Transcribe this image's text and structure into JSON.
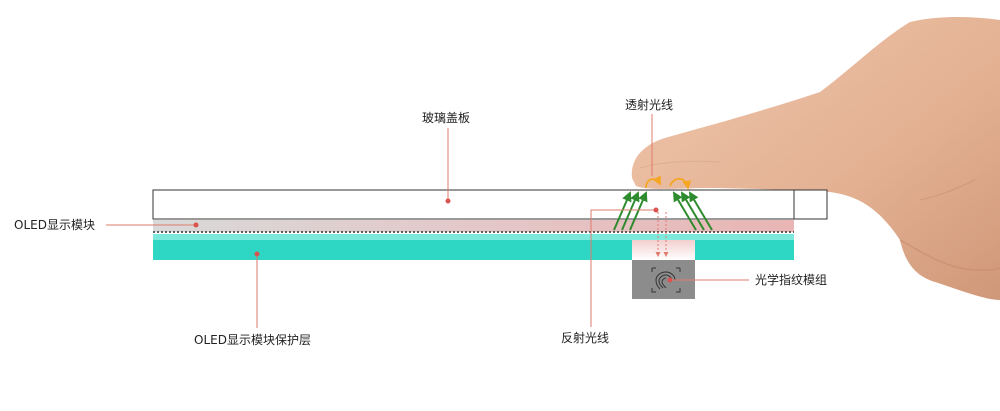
{
  "labels": {
    "glass_cover": "玻璃盖板",
    "oled_module": "OLED显示模块",
    "oled_protection": "OLED显示模块保护层",
    "transmitted_light": "透射光线",
    "reflected_light": "反射光线",
    "optical_fingerprint_module": "光学指纹模组"
  },
  "colors": {
    "glass_border": "#333333",
    "oled_gradient_start": "#d9d9d9",
    "oled_gradient_end": "#e9b5b5",
    "oled_dotted_line": "#333333",
    "teal_layer": "#2ed6c4",
    "teal_light": "#7fe8dc",
    "sensor_box": "#8c8c8c",
    "leader_line": "#e07b6e",
    "leader_dot": "#d9534f",
    "light_arrow": "#2e8b2e",
    "transmitted_arc": "#f5a623",
    "reflected_arrow_dashed": "#e07b6e",
    "skin": "#e7b89b",
    "skin_shadow": "#c98d6f"
  },
  "icons": {
    "sensor": "fingerprint-icon",
    "finger": "finger-illustration"
  }
}
